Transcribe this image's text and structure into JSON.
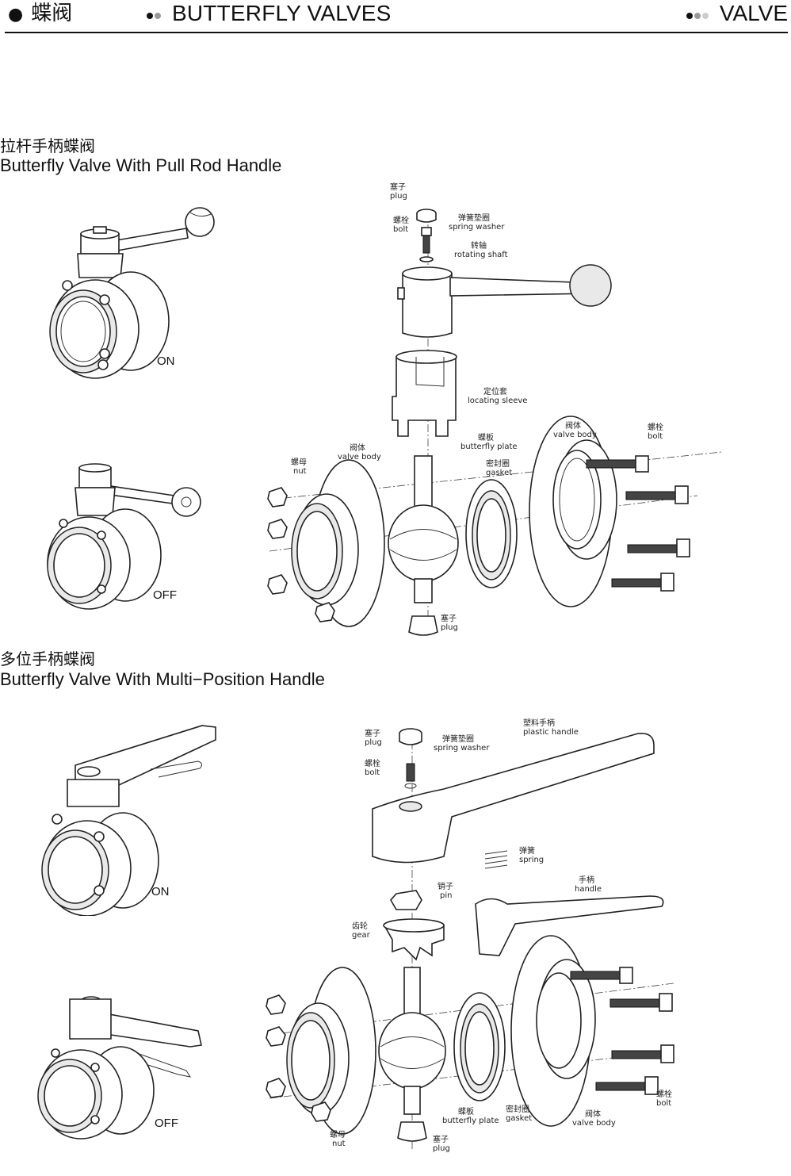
{
  "header": {
    "left_title": "蝶阀",
    "center_title": "BUTTERFLY VALVES",
    "right_title": "VALVE",
    "dot_colors": [
      "#111111",
      "#999999",
      "#cccccc"
    ]
  },
  "sections": [
    {
      "title_cn": "拉杆手柄蝶阀",
      "title_en": "Butterfly Valve With Pull Rod Handle",
      "state_on": "ON",
      "state_off": "OFF",
      "parts": {
        "plug_top": [
          "塞子",
          "plug"
        ],
        "bolt_top": [
          "螺栓",
          "bolt"
        ],
        "spring_washer": [
          "弹簧垫圈",
          "spring washer"
        ],
        "rotating_shaft": [
          "转轴",
          "rotating shaft"
        ],
        "locating_sleeve": [
          "定位套",
          "locating sleeve"
        ],
        "butterfly_plate": [
          "蝶板",
          "butterfly plate"
        ],
        "gasket": [
          "密封圈",
          "gasket"
        ],
        "valve_body_right": [
          "阀体",
          "valve body"
        ],
        "bolt_right": [
          "螺栓",
          "bolt"
        ],
        "valve_body_left": [
          "阀体",
          "valve body"
        ],
        "nut": [
          "螺母",
          "nut"
        ],
        "plug_bottom": [
          "塞子",
          "plug"
        ]
      }
    },
    {
      "title_cn": "多位手柄蝶阀",
      "title_en": "Butterfly Valve With Multi−Position Handle",
      "state_on": "ON",
      "state_off": "OFF",
      "parts": {
        "plug_top": [
          "塞子",
          "plug"
        ],
        "spring_washer": [
          "弹簧垫圈",
          "spring washer"
        ],
        "plastic_handle": [
          "塑料手柄",
          "plastic handle"
        ],
        "bolt_top": [
          "螺栓",
          "bolt"
        ],
        "spring": [
          "弹簧",
          "spring"
        ],
        "pin": [
          "销子",
          "pin"
        ],
        "handle": [
          "手柄",
          "handle"
        ],
        "gear": [
          "齿轮",
          "gear"
        ],
        "butterfly_plate": [
          "蝶板",
          "butterfly plate"
        ],
        "gasket": [
          "密封圈",
          "gasket"
        ],
        "valve_body": [
          "阀体",
          "valve body"
        ],
        "bolt_right": [
          "螺栓",
          "bolt"
        ],
        "nut": [
          "螺母",
          "nut"
        ],
        "plug_bottom": [
          "塞子",
          "plug"
        ]
      }
    }
  ]
}
